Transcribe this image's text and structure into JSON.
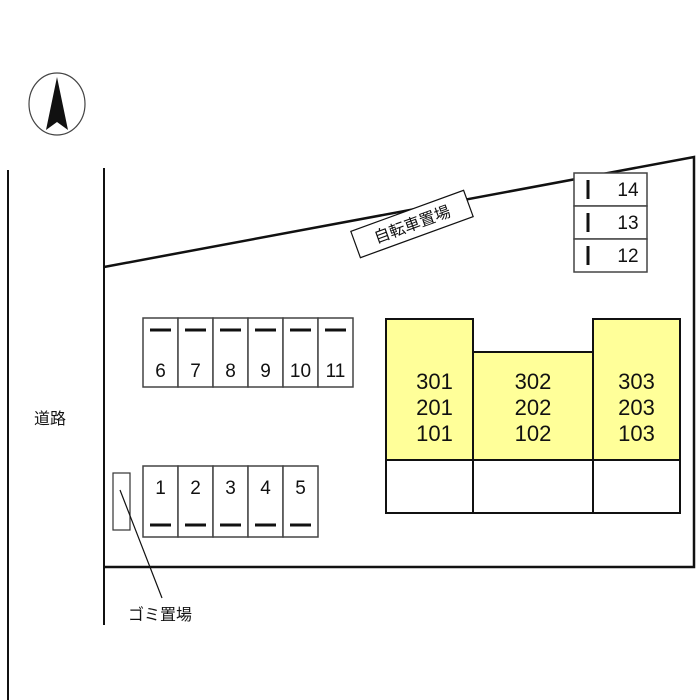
{
  "labels": {
    "road": "道路",
    "bicycle_parking": "自転車置場",
    "garbage_area": "ゴミ置場"
  },
  "parking_right": [
    "14",
    "13",
    "12"
  ],
  "parking_top": [
    "6",
    "7",
    "8",
    "9",
    "10",
    "11"
  ],
  "parking_bottom": [
    "1",
    "2",
    "3",
    "4",
    "5"
  ],
  "building": {
    "wings": [
      {
        "units": [
          "301",
          "201",
          "101"
        ]
      },
      {
        "units": [
          "302",
          "202",
          "102"
        ]
      },
      {
        "units": [
          "303",
          "203",
          "103"
        ]
      }
    ],
    "fill_color": "#ffff99"
  },
  "compass": {
    "direction": "north"
  }
}
